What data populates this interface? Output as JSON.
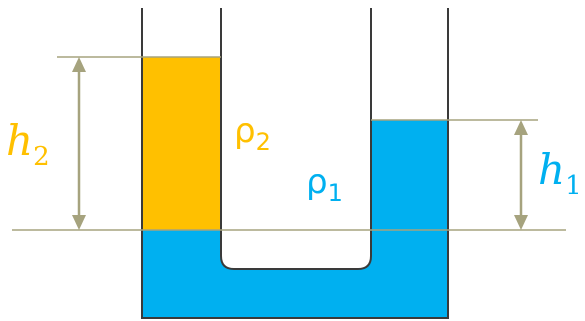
{
  "colors": {
    "water": "#00B0F0",
    "oil": "#FFC000",
    "tube_outline": "#3a3a3a",
    "guide_line": "#a6a37e",
    "background": "#ffffff"
  },
  "labels": {
    "h2": {
      "base": "h",
      "sub": "2",
      "color": "#FFC000"
    },
    "rho2": {
      "base": "ρ",
      "sub": "2",
      "color": "#FFC000"
    },
    "rho1": {
      "base": "ρ",
      "sub": "1",
      "color": "#00B0F0"
    },
    "h1": {
      "base": "h",
      "sub": "1",
      "color": "#00B0F0"
    }
  },
  "icons": {
    "h2_arrow": "double-headed-vertical-arrow",
    "h1_arrow": "double-headed-vertical-arrow"
  }
}
